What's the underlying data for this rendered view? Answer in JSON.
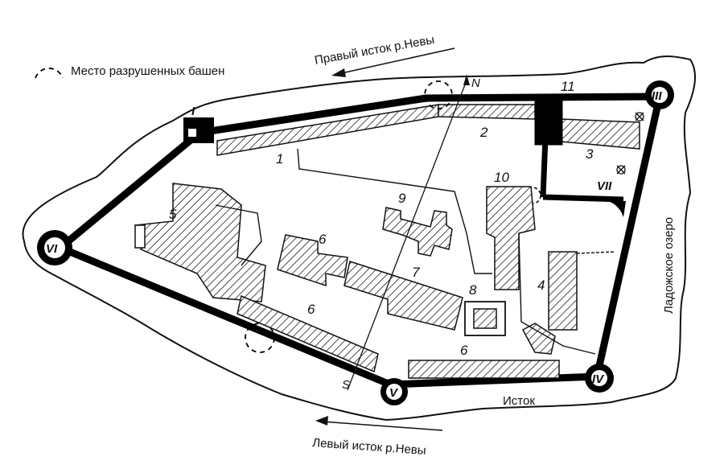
{
  "legend": {
    "destroyed_towers": "Место разрушенных башен"
  },
  "rivers": {
    "right_source": "Правый исток р.Невы",
    "left_source": "Левый исток р.Невы",
    "source": "Исток",
    "lake": "Ладожское озеро"
  },
  "compass": {
    "north": "N",
    "south": "S"
  },
  "towers": {
    "t1": "I",
    "t3": "III",
    "t4": "IV",
    "t5": "V",
    "t6": "VI",
    "t7": "VII"
  },
  "buildings": {
    "b1": "1",
    "b2": "2",
    "b3": "3",
    "b4": "4",
    "b5": "5",
    "b6a": "6",
    "b6b": "6",
    "b6c": "6",
    "b7": "7",
    "b8": "8",
    "b9": "9",
    "b10": "10",
    "b11": "11"
  }
}
